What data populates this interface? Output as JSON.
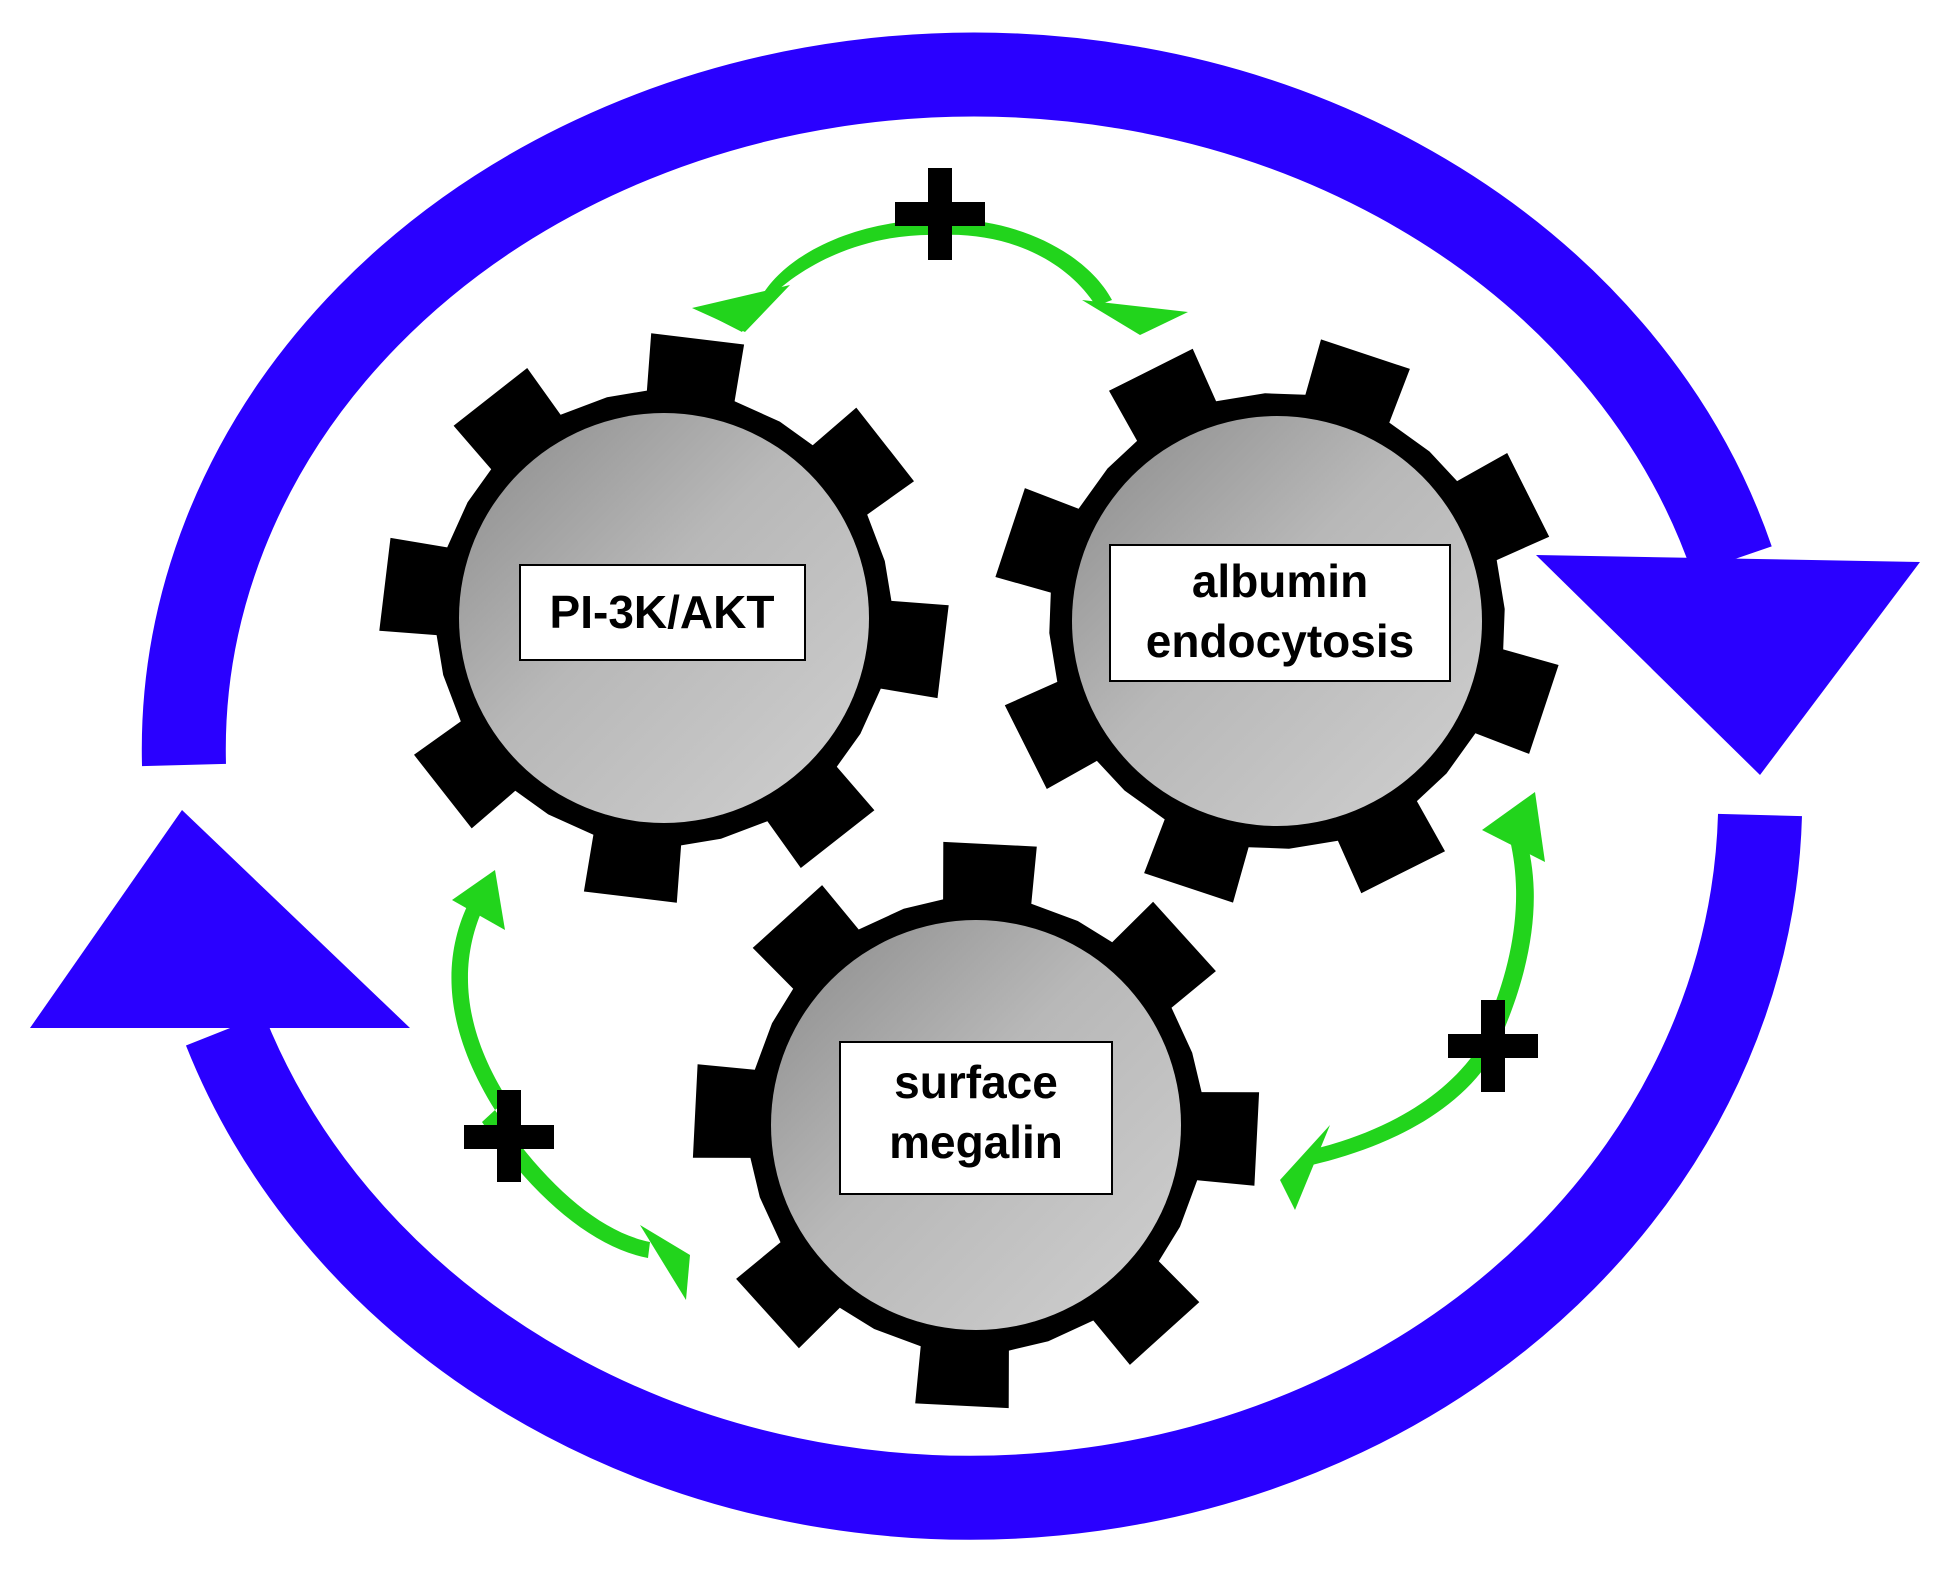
{
  "colors": {
    "cycle_arrow": "#2a00ff",
    "activation_arrow": "#22d41c",
    "gear": "#000000",
    "gear_face_light": "#cdcdcd",
    "gear_face_dark": "#8a8a8a",
    "label_box": "#ffffff",
    "plus_sign": "#000000"
  },
  "gears": {
    "pi3k_akt": {
      "lines": [
        "PI-3K/AKT"
      ]
    },
    "albumin_endocytosis": {
      "lines": [
        "albumin",
        "endocytosis"
      ]
    },
    "surface_megalin": {
      "lines": [
        "surface",
        "megalin"
      ]
    }
  },
  "signs": {
    "top": "+",
    "right": "+",
    "left": "+"
  }
}
